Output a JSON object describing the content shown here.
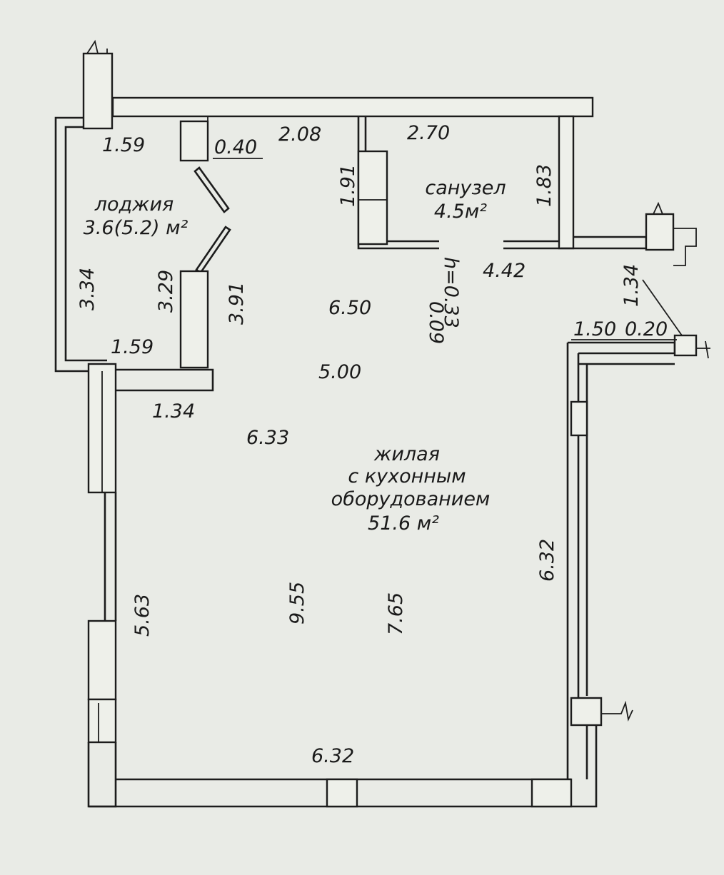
{
  "rooms": {
    "loggia": {
      "name": "лоджия",
      "area": "3.6(5.2) м²"
    },
    "bathroom": {
      "name": "санузел",
      "area": "4.5м²"
    },
    "living": {
      "line1": "жилая",
      "line2": "с кухонным",
      "line3": "оборудованием",
      "area": "51.6 м²"
    }
  },
  "dimensions": {
    "loggia_top_width": "1.59",
    "loggia_door_offset": "0.40",
    "corridor_top": "2.08",
    "bath_top": "2.70",
    "bath_left_height": "1.91",
    "bath_right_height": "1.83",
    "loggia_outer_height": "3.34",
    "loggia_inner_height": "3.29",
    "loggia_wall_height": "3.91",
    "loggia_bottom_width": "1.59",
    "loggia_step": "1.34",
    "step_height": "0.09",
    "step_h": "h=0.33",
    "bath_bottom": "4.42",
    "right_diag": "1.34",
    "right_1_50": "1.50",
    "right_0_20": "0.20",
    "center_6_50": "6.50",
    "center_5_00": "5.00",
    "center_6_33": "6.33",
    "left_5_63": "5.63",
    "center_9_55": "9.55",
    "center_7_65": "7.65",
    "right_6_32": "6.32",
    "bottom_6_32": "6.32"
  }
}
